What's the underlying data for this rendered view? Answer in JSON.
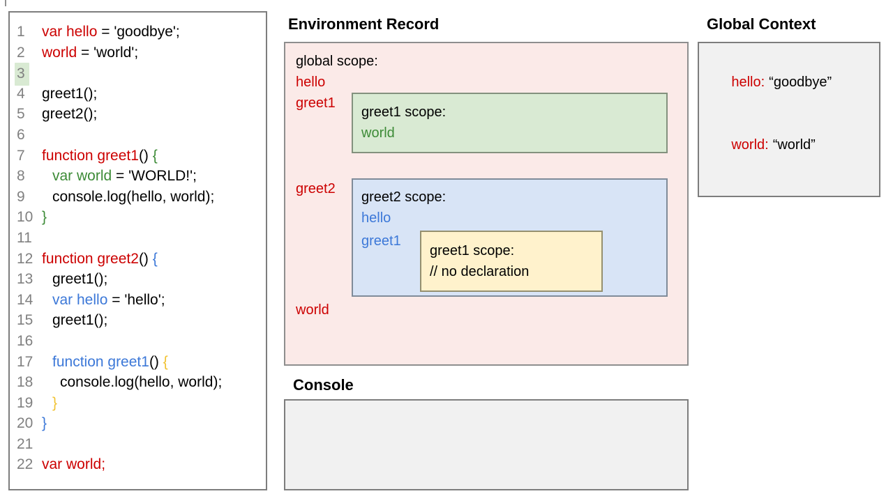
{
  "palette": {
    "red": "#cc0000",
    "green": "#3d8b37",
    "blue": "#3c78d8",
    "yellow": "#f1c232",
    "black": "#000000",
    "line_number_gray": "#808080",
    "white": "#ffffff",
    "pink_bg": "#fbeae8",
    "green_bg": "#d9ead3",
    "blue_bg": "#d8e4f6",
    "yellow_bg": "#fff2cc",
    "panel_gray_bg": "#f1f1f1",
    "line_highlight_bg": "#d9ead3"
  },
  "code_panel": {
    "lines": [
      {
        "num": "1",
        "indent": 0,
        "segments": [
          {
            "text": "var hello",
            "color": "red"
          },
          {
            "text": " = 'goodbye';",
            "color": "black"
          }
        ]
      },
      {
        "num": "2",
        "indent": 0,
        "segments": [
          {
            "text": "world",
            "color": "red"
          },
          {
            "text": " = 'world';",
            "color": "black"
          }
        ]
      },
      {
        "num": "3",
        "indent": 0,
        "highlight": true,
        "segments": []
      },
      {
        "num": "4",
        "indent": 0,
        "segments": [
          {
            "text": "greet1();",
            "color": "black"
          }
        ]
      },
      {
        "num": "5",
        "indent": 0,
        "segments": [
          {
            "text": "greet2();",
            "color": "black"
          }
        ]
      },
      {
        "num": "6",
        "indent": 0,
        "segments": []
      },
      {
        "num": "7",
        "indent": 0,
        "segments": [
          {
            "text": "function greet1",
            "color": "red"
          },
          {
            "text": "() ",
            "color": "black"
          },
          {
            "text": "{",
            "color": "green"
          }
        ]
      },
      {
        "num": "8",
        "indent": 1,
        "segments": [
          {
            "text": "var world",
            "color": "green"
          },
          {
            "text": " = 'WORLD!';",
            "color": "black"
          }
        ]
      },
      {
        "num": "9",
        "indent": 1,
        "segments": [
          {
            "text": "console.log(hello, world);",
            "color": "black"
          }
        ]
      },
      {
        "num": "10",
        "indent": 0,
        "segments": [
          {
            "text": "}",
            "color": "green"
          }
        ]
      },
      {
        "num": "11",
        "indent": 0,
        "segments": []
      },
      {
        "num": "12",
        "indent": 0,
        "segments": [
          {
            "text": "function greet2",
            "color": "red"
          },
          {
            "text": "() ",
            "color": "black"
          },
          {
            "text": "{",
            "color": "blue"
          }
        ]
      },
      {
        "num": "13",
        "indent": 1,
        "segments": [
          {
            "text": "greet1();",
            "color": "black"
          }
        ]
      },
      {
        "num": "14",
        "indent": 1,
        "segments": [
          {
            "text": "var hello",
            "color": "blue"
          },
          {
            "text": " = 'hello';",
            "color": "black"
          }
        ]
      },
      {
        "num": "15",
        "indent": 1,
        "segments": [
          {
            "text": "greet1();",
            "color": "black"
          }
        ]
      },
      {
        "num": "16",
        "indent": 0,
        "segments": []
      },
      {
        "num": "17",
        "indent": 1,
        "segments": [
          {
            "text": "function greet1",
            "color": "blue"
          },
          {
            "text": "() ",
            "color": "black"
          },
          {
            "text": "{",
            "color": "yellow"
          }
        ]
      },
      {
        "num": "18",
        "indent": 2,
        "segments": [
          {
            "text": "console.log(hello, world);",
            "color": "black"
          }
        ]
      },
      {
        "num": "19",
        "indent": 1,
        "segments": [
          {
            "text": "}",
            "color": "yellow"
          }
        ]
      },
      {
        "num": "20",
        "indent": 0,
        "segments": [
          {
            "text": "}",
            "color": "blue"
          }
        ]
      },
      {
        "num": "21",
        "indent": 0,
        "segments": []
      },
      {
        "num": "22",
        "indent": 0,
        "segments": [
          {
            "text": "var world;",
            "color": "red"
          }
        ]
      }
    ]
  },
  "environment_record": {
    "title": "Environment Record",
    "global_scope": {
      "heading": "global scope:",
      "var_hello": "hello",
      "label_greet1": "greet1",
      "label_greet2": "greet2",
      "var_world": "world"
    },
    "greet1_scope": {
      "heading": "greet1 scope:",
      "var_world": "world"
    },
    "greet2_scope": {
      "heading": "greet2 scope:",
      "var_hello": "hello",
      "label_greet1": "greet1"
    },
    "inner_greet1_scope": {
      "heading": "greet1 scope:",
      "comment": "// no declaration"
    }
  },
  "console": {
    "title": "Console"
  },
  "global_context": {
    "title": "Global Context",
    "entries": [
      {
        "name": "hello:",
        "value": "“goodbye”"
      },
      {
        "name": "world:",
        "value": "“world”"
      }
    ]
  }
}
